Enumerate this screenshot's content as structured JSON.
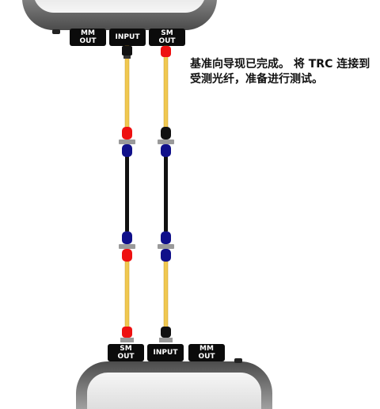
{
  "top_device": {
    "ports": [
      {
        "line1": "MM",
        "line2": "OUT"
      },
      {
        "line1": "INPUT",
        "line2": ""
      },
      {
        "line1": "SM",
        "line2": "OUT"
      }
    ]
  },
  "bottom_device": {
    "ports": [
      {
        "line1": "SM",
        "line2": "OUT"
      },
      {
        "line1": "INPUT",
        "line2": ""
      },
      {
        "line1": "MM",
        "line2": "OUT"
      }
    ]
  },
  "message": "基准向导现已完成。 将 TRC 连接到受测光纤，准备进行测试。",
  "colors": {
    "cable_yellow": "#f0c850",
    "cable_black": "#111111",
    "connector_red": "#ee1111",
    "connector_blue": "#10108a",
    "connector_black": "#111111",
    "coupler_gray": "#9a9a9a"
  }
}
